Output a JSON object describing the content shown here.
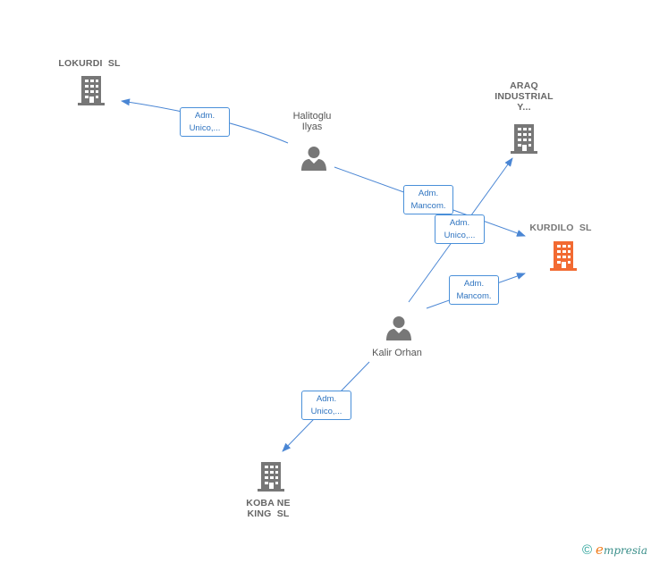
{
  "colors": {
    "edge": "#4a86d4",
    "node_icon": "#777777",
    "target_icon": "#f26a32",
    "label_text": "#555555"
  },
  "nodes": {
    "lokurdi": {
      "label": "LOKURDI  SL",
      "type": "company",
      "icon": "building-icon"
    },
    "araq": {
      "label": "ARAQ\nINDUSTRIAL\nY...",
      "type": "company",
      "icon": "building-icon"
    },
    "kurdilo": {
      "label": "KURDILO  SL",
      "type": "company-target",
      "icon": "building-icon"
    },
    "koba": {
      "label": "KOBA NE\nKING  SL",
      "type": "company",
      "icon": "building-icon"
    },
    "halitoglu": {
      "label": "Halitoglu\nIlyas",
      "type": "person",
      "icon": "person-icon"
    },
    "kalir": {
      "label": "Kalir Orhan",
      "type": "person",
      "icon": "person-icon"
    }
  },
  "edges": [
    {
      "from": "halitoglu",
      "to": "lokurdi",
      "line1": "Adm.",
      "line2": "Unico,..."
    },
    {
      "from": "halitoglu",
      "to": "kurdilo",
      "line1": "Adm.",
      "line2": "Mancom."
    },
    {
      "from": "kalir",
      "to": "araq",
      "line1": "Adm.",
      "line2": "Unico,..."
    },
    {
      "from": "kalir",
      "to": "kurdilo",
      "line1": "Adm.",
      "line2": "Mancom."
    },
    {
      "from": "kalir",
      "to": "koba",
      "line1": "Adm.",
      "line2": "Unico,..."
    }
  ],
  "footer": {
    "copyright": "©",
    "brand_initial": "e",
    "brand_rest": "mpresia"
  }
}
